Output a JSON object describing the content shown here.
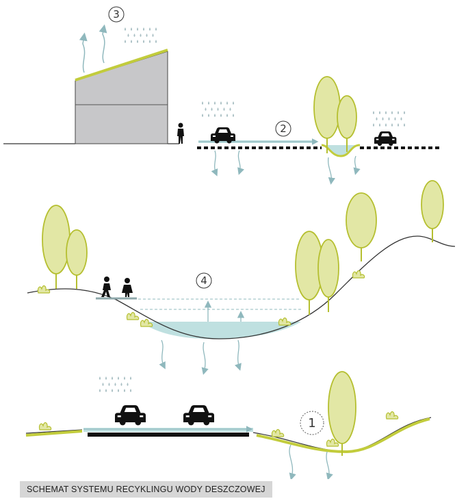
{
  "caption": "SCHEMAT SYSTEMU RECYKLINGU WODY DESZCZOWEJ",
  "markers": [
    {
      "id": "1",
      "label": "1"
    },
    {
      "id": "2",
      "label": "2"
    },
    {
      "id": "3",
      "label": "3"
    },
    {
      "id": "4",
      "label": "4"
    }
  ],
  "colors": {
    "tree": "#e2e7a5",
    "tree_outline": "#b5bf30",
    "green_roof": "#c2cc3c",
    "water": "#bfe0e0",
    "arrow": "#8fb8bd",
    "rain": "#a9bfc3",
    "building": "#c7c7c9",
    "ground_line": "#333333",
    "pictogram": "#111111",
    "caption_bg": "#d6d6d6"
  },
  "icons": [
    "rain-icon",
    "car-icon",
    "pedestrian-icon",
    "tree-icon",
    "evaporation-arrow-icon",
    "infiltration-arrow-icon",
    "shrub-icon"
  ]
}
